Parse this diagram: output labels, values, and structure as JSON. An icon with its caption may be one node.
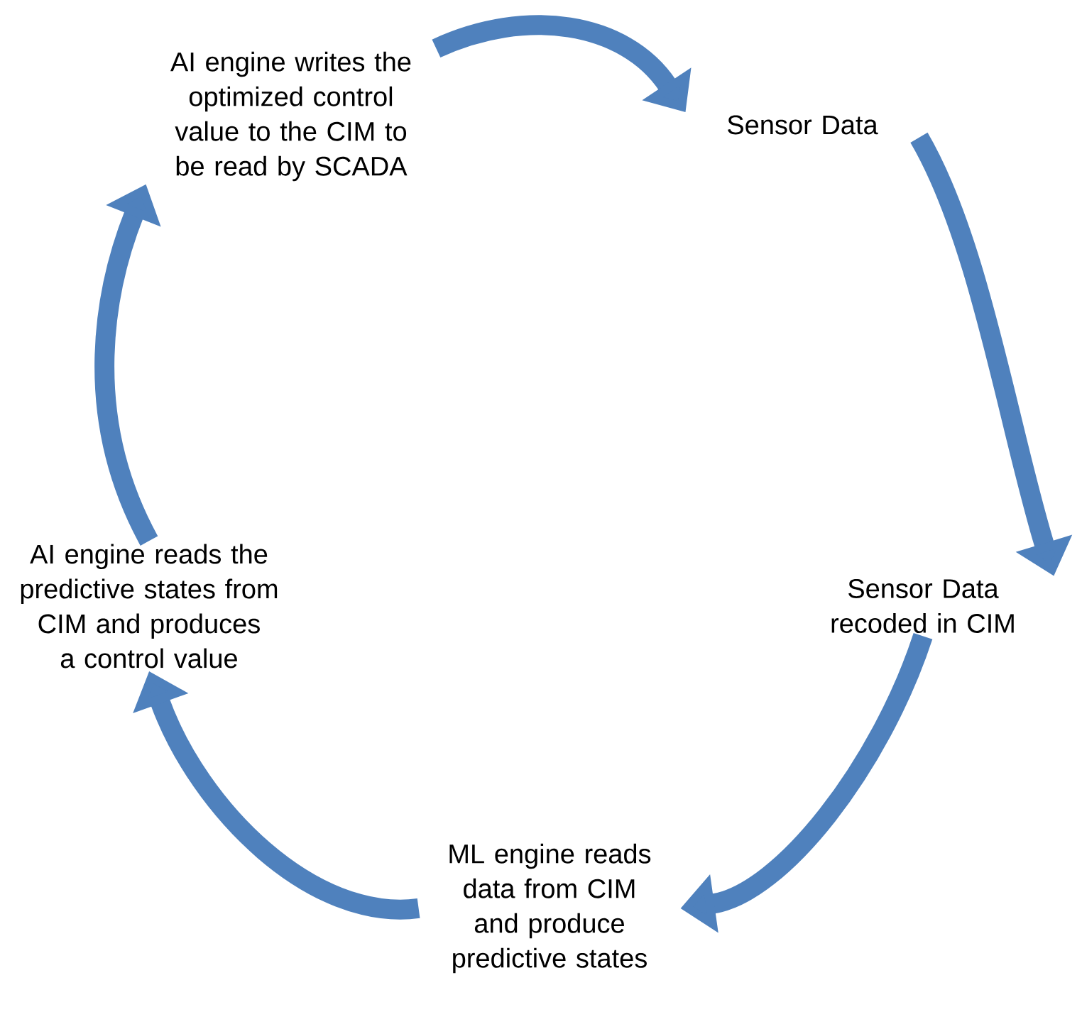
{
  "diagram": {
    "nodes": [
      {
        "text": [
          "AI engine writes the optimized control value to the CIM to be read by SCADA"
        ]
      },
      {
        "text": [
          "Sensor Data"
        ]
      },
      {
        "text": [
          "Sensor Data recoded in CIM"
        ]
      },
      {
        "text": [
          "ML engine reads data from CIM and produce predictive states"
        ]
      },
      {
        "text": [
          "AI engine reads the predictive states from CIM and produces a control value"
        ]
      }
    ],
    "edges": [
      {
        "from": 0,
        "to": 1,
        "arrow": "to"
      },
      {
        "from": 1,
        "to": 2,
        "arrow": "to"
      },
      {
        "from": 2,
        "to": 3,
        "arrow": "to"
      },
      {
        "from": 3,
        "to": 4,
        "arrow": "to"
      },
      {
        "from": 4,
        "to": 0,
        "arrow": "to"
      }
    ]
  }
}
